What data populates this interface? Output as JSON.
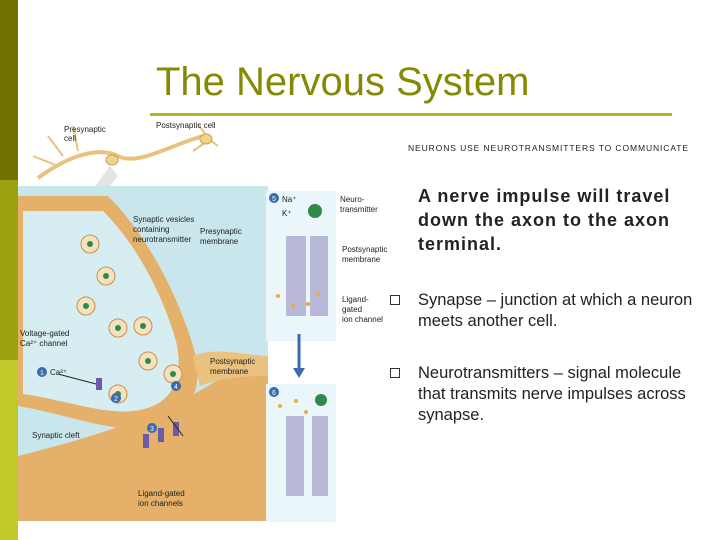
{
  "slide": {
    "title": "The Nervous System",
    "subtitle": "NEURONS USE NEUROTRANSMITTERS TO COMMUNICATE",
    "lead_text": "A nerve impulse will travel down the axon to the axon terminal.",
    "bullets": [
      "Synapse – junction at which a neuron meets another cell.",
      "Neurotransmitters – signal molecule that transmits nerve impulses across synapse."
    ]
  },
  "diagram": {
    "labels": {
      "presynaptic_cell": [
        "Presynaptic",
        "cell"
      ],
      "postsynaptic_cell": "Postsynaptic cell",
      "synaptic_vesicles": [
        "Synaptic vesicles",
        "containing",
        "neurotransmitter"
      ],
      "presynaptic_membrane": [
        "Presynaptic",
        "membrane"
      ],
      "voltage_gated": [
        "Voltage-gated",
        "Ca²⁺ channel"
      ],
      "ca": "Ca²⁺",
      "postsynaptic_membrane": [
        "Postsynaptic",
        "membrane"
      ],
      "synaptic_cleft": "Synaptic cleft",
      "ligand_gated_channels": [
        "Ligand-gated",
        "ion channels"
      ],
      "na": "Na⁺",
      "k": "K⁺",
      "neurotransmitter": [
        "Neuro-",
        "transmitter"
      ],
      "postsynaptic_membrane_2": [
        "Postsynaptic",
        "membrane"
      ],
      "ligand_gated_channel": [
        "Ligand-",
        "gated",
        "ion channel"
      ]
    },
    "steps": [
      "1",
      "2",
      "3",
      "4",
      "5",
      "6"
    ]
  },
  "colors": {
    "accent": "#858a06",
    "bar_dark": "#6f7200",
    "bar_mid": "#9aa20f",
    "bar_light": "#c3c92a",
    "neuron": "#e8b870",
    "cytoplasm": "#d8eef0"
  }
}
